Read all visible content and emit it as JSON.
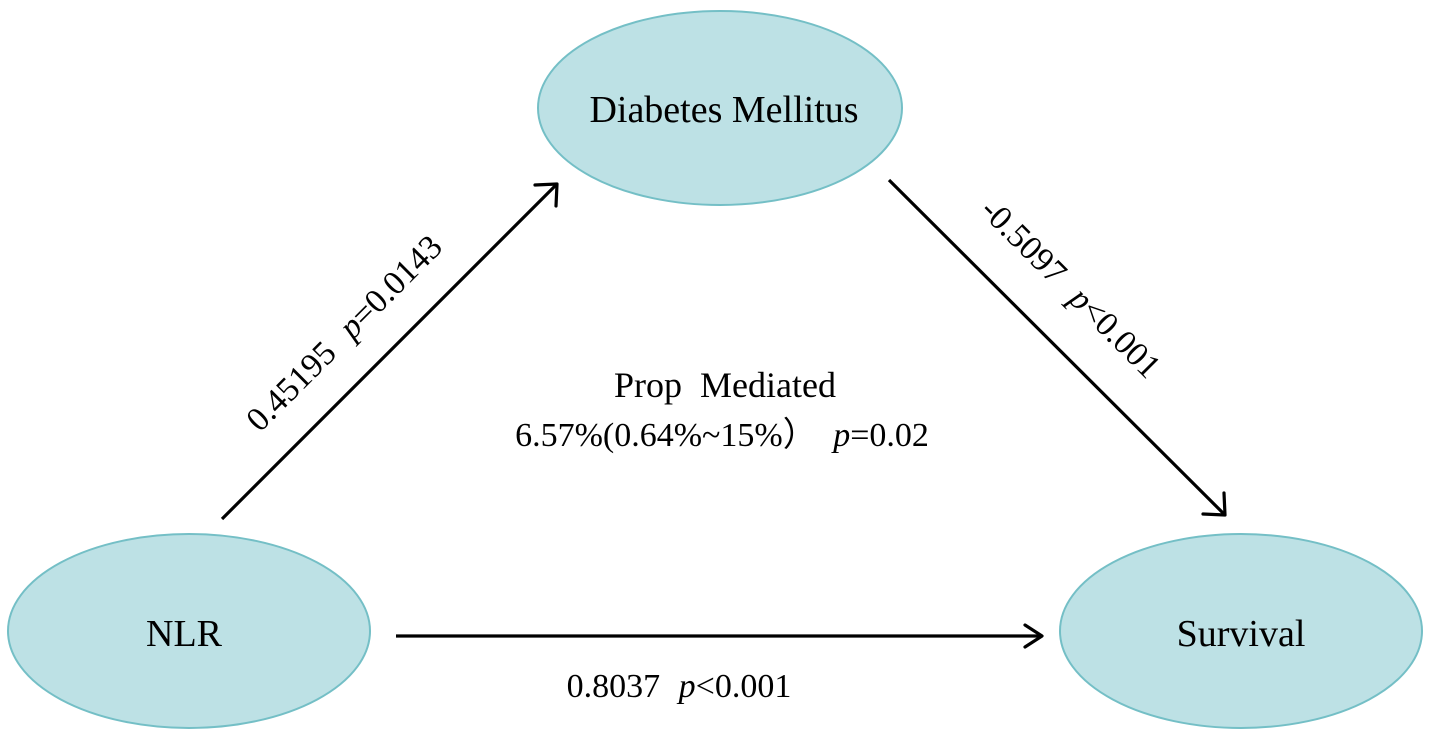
{
  "nodes": {
    "mediator": {
      "label": "Diabetes Mellitus"
    },
    "exposure": {
      "label": "NLR"
    },
    "outcome": {
      "label": "Survival"
    }
  },
  "edges": {
    "a_path": {
      "coef": "0.45195",
      "p_symbol": "p",
      "p_rest": "=0.0143"
    },
    "b_path": {
      "coef": "-0.5097",
      "p_symbol": "p",
      "p_rest": "<0.001"
    },
    "c_path": {
      "coef": "0.8037",
      "p_symbol": "p",
      "p_rest": "<0.001"
    }
  },
  "mediation": {
    "title": "Prop  Mediated",
    "estimate": "6.57%(0.64%~15%）",
    "p_symbol": "p",
    "p_rest": "=0.02"
  },
  "colors": {
    "node_fill": "#bde1e5",
    "node_stroke": "#74bfc6",
    "arrow": "#000000"
  }
}
